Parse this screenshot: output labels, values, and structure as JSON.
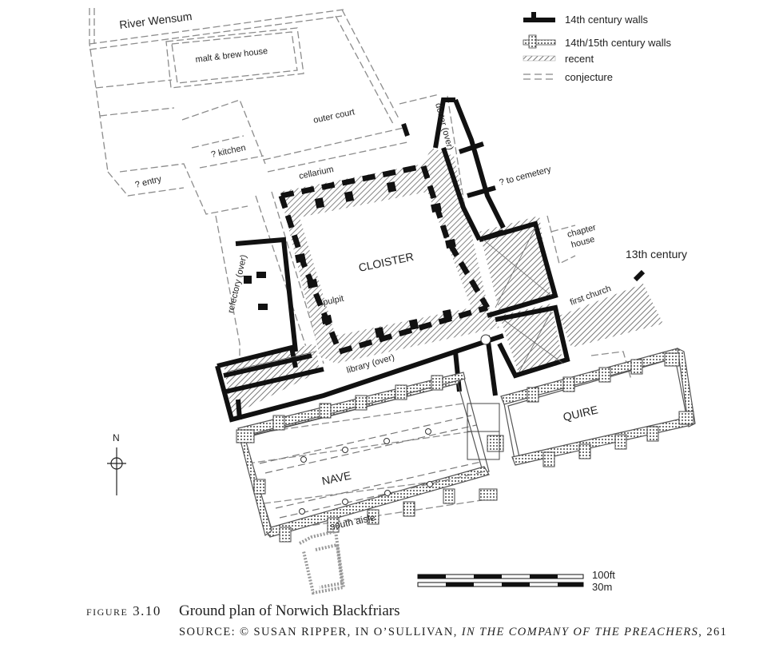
{
  "legend": {
    "walls_14th": "14th century walls",
    "walls_14_15th": "14th/15th century walls",
    "recent": "recent",
    "conjecture": "conjecture"
  },
  "labels": {
    "river": "River Wensum",
    "malt": "malt & brew house",
    "outer_court": "outer court",
    "kitchen": "? kitchen",
    "entry": "? entry",
    "cellarium": "cellarium",
    "dorter": "dorter (over)",
    "cemetery": "? to cemetery",
    "chapter": "chapter",
    "house": "house",
    "thirteenth": "13th century",
    "first_church": "first church",
    "cloister": "CLOISTER",
    "pulpit": "pulpit",
    "refectory": "refectory (over)",
    "library": "library (over)",
    "quire": "QUIRE",
    "nave": "NAVE",
    "south_aisle": "south aisle",
    "north": "N"
  },
  "scale": {
    "ft": "100ft",
    "m": "30m"
  },
  "caption": {
    "figure": "figure 3.10",
    "title": "Ground plan of Norwich Blackfriars",
    "source_prefix": "source: © susan ripper, in o’sullivan, ",
    "source_title": "in the company of the preachers",
    "source_suffix": ", 261"
  },
  "colors": {
    "wall": "#111111",
    "hatch": "#8a8a8a",
    "conjecture": "#8c8c8c"
  }
}
